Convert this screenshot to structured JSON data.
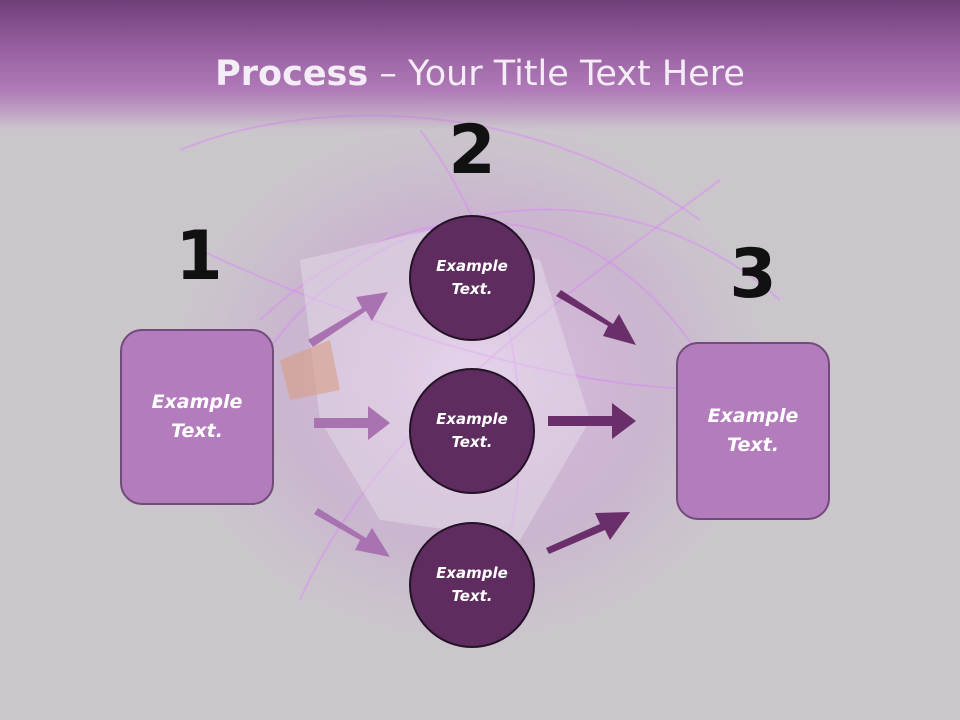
{
  "slide": {
    "title_bold": "Process",
    "title_rest": " – Your Title Text Here",
    "colors": {
      "header": "#9a62a3",
      "box_fill": "#b37cbc",
      "circle_fill": "#5e2c5f",
      "arrow_light": "#a873b0",
      "arrow_dark": "#6a2f6b"
    }
  },
  "steps": [
    {
      "number": "1",
      "label": "Example\nText."
    },
    {
      "number": "2",
      "label": "Example\nText."
    },
    {
      "number": "3",
      "label": "Example\nText."
    }
  ],
  "circles": [
    {
      "label": "Example\nText."
    },
    {
      "label": "Example\nText."
    },
    {
      "label": "Example\nText."
    }
  ]
}
